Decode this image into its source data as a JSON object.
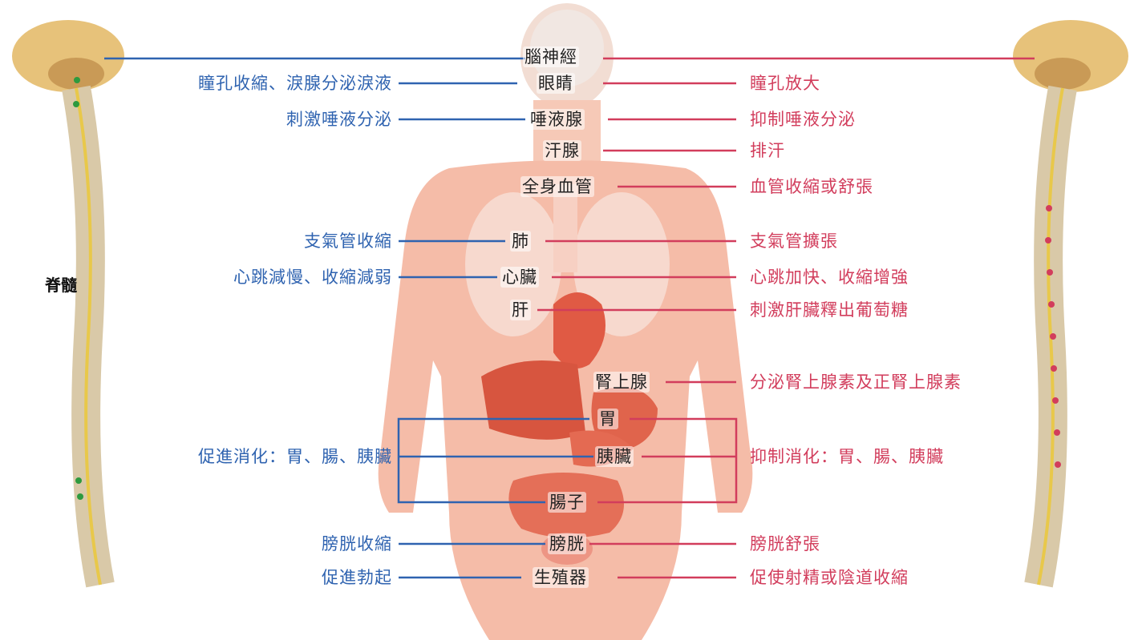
{
  "spinal_cord_label": "脊髓",
  "colors": {
    "parasympathetic": "#2f63b0",
    "sympathetic": "#d23d5c",
    "body": "#f3b8a5",
    "organ": "#e0674f",
    "brain": "#e7c27a"
  },
  "organs": [
    {
      "id": "brain",
      "label": "腦神經",
      "parasympathetic": "",
      "sympathetic": ""
    },
    {
      "id": "eye",
      "label": "眼睛",
      "parasympathetic": "瞳孔收縮、淚腺分泌淚液",
      "sympathetic": "瞳孔放大"
    },
    {
      "id": "salivary",
      "label": "唾液腺",
      "parasympathetic": "刺激唾液分泌",
      "sympathetic": "抑制唾液分泌"
    },
    {
      "id": "sweat",
      "label": "汗腺",
      "parasympathetic": "",
      "sympathetic": "排汗"
    },
    {
      "id": "vessels",
      "label": "全身血管",
      "parasympathetic": "",
      "sympathetic": "血管收縮或舒張"
    },
    {
      "id": "lung",
      "label": "肺",
      "parasympathetic": "支氣管收縮",
      "sympathetic": "支氣管擴張"
    },
    {
      "id": "heart",
      "label": "心臟",
      "parasympathetic": "心跳減慢、收縮減弱",
      "sympathetic": "心跳加快、收縮增強"
    },
    {
      "id": "liver",
      "label": "肝",
      "parasympathetic": "",
      "sympathetic": "刺激肝臟釋出葡萄糖"
    },
    {
      "id": "adrenal",
      "label": "腎上腺",
      "parasympathetic": "",
      "sympathetic": "分泌腎上腺素及正腎上腺素"
    },
    {
      "id": "stomach",
      "label": "胃",
      "parasympathetic": "",
      "sympathetic": ""
    },
    {
      "id": "pancreas",
      "label": "胰臟",
      "parasympathetic": "促進消化：胃、腸、胰臟",
      "sympathetic": "抑制消化：胃、腸、胰臟"
    },
    {
      "id": "intestine",
      "label": "腸子",
      "parasympathetic": "",
      "sympathetic": ""
    },
    {
      "id": "bladder",
      "label": "膀胱",
      "parasympathetic": "膀胱收縮",
      "sympathetic": "膀胱舒張"
    },
    {
      "id": "genital",
      "label": "生殖器",
      "parasympathetic": "促進勃起",
      "sympathetic": "促使射精或陰道收縮"
    }
  ]
}
